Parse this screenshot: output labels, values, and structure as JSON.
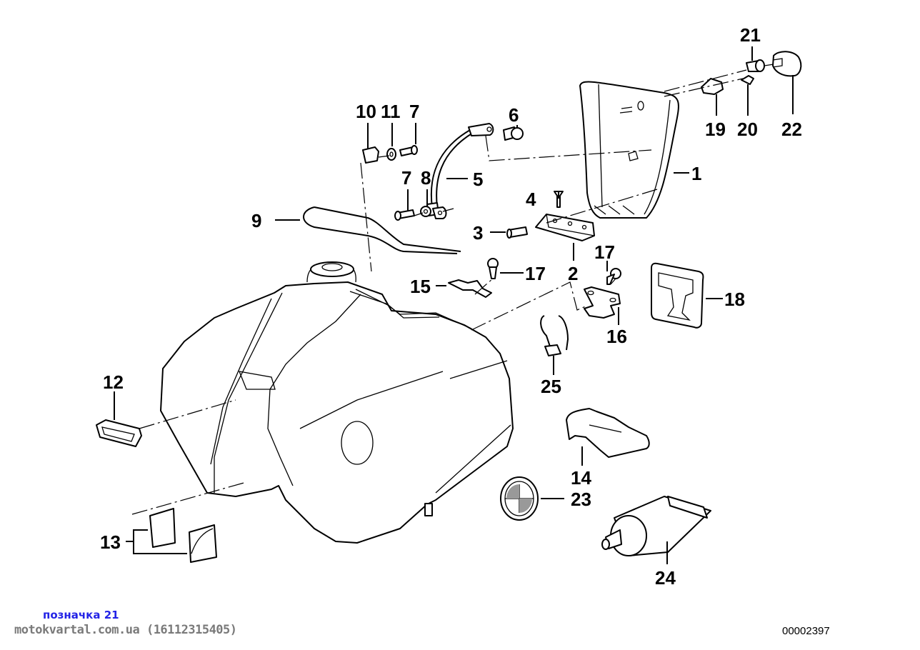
{
  "diagram": {
    "title": "Fuel tank exploded parts diagram",
    "document_number": "00002397",
    "caption": "позначка 21",
    "watermark": "motokvartal.com.ua (16112315405)",
    "callouts": [
      {
        "id": "1",
        "label": "1",
        "part": "tank-cover-panel"
      },
      {
        "id": "2",
        "label": "2",
        "part": "hinge-plate"
      },
      {
        "id": "3",
        "label": "3",
        "part": "screw"
      },
      {
        "id": "4",
        "label": "4",
        "part": "screw"
      },
      {
        "id": "5",
        "label": "5",
        "part": "ground-strap"
      },
      {
        "id": "6",
        "label": "6",
        "part": "rubber-grommet"
      },
      {
        "id": "7a",
        "label": "7",
        "part": "screw"
      },
      {
        "id": "7b",
        "label": "7",
        "part": "screw"
      },
      {
        "id": "8",
        "label": "8",
        "part": "toothed-lock-washer"
      },
      {
        "id": "9",
        "label": "9",
        "part": "edge-protection-strip"
      },
      {
        "id": "10",
        "label": "10",
        "part": "clip-nut"
      },
      {
        "id": "11",
        "label": "11",
        "part": "washer"
      },
      {
        "id": "12",
        "label": "12",
        "part": "rubber-mount"
      },
      {
        "id": "13",
        "label": "13",
        "part": "rubber-pads"
      },
      {
        "id": "14",
        "label": "14",
        "part": "knee-pad"
      },
      {
        "id": "15",
        "label": "15",
        "part": "bracket"
      },
      {
        "id": "16",
        "label": "16",
        "part": "holder"
      },
      {
        "id": "17a",
        "label": "17",
        "part": "collar-screw"
      },
      {
        "id": "17b",
        "label": "17",
        "part": "collar-screw"
      },
      {
        "id": "18",
        "label": "18",
        "part": "rubber-buffer"
      },
      {
        "id": "19",
        "label": "19",
        "part": "expanding-rivet-holder"
      },
      {
        "id": "20",
        "label": "20",
        "part": "plug"
      },
      {
        "id": "21",
        "label": "21",
        "part": "bush"
      },
      {
        "id": "22",
        "label": "22",
        "part": "cap"
      },
      {
        "id": "23",
        "label": "23",
        "part": "badge"
      },
      {
        "id": "24",
        "label": "24",
        "part": "tube-of-adhesive"
      },
      {
        "id": "25",
        "label": "25",
        "part": "spring-clip"
      }
    ]
  }
}
